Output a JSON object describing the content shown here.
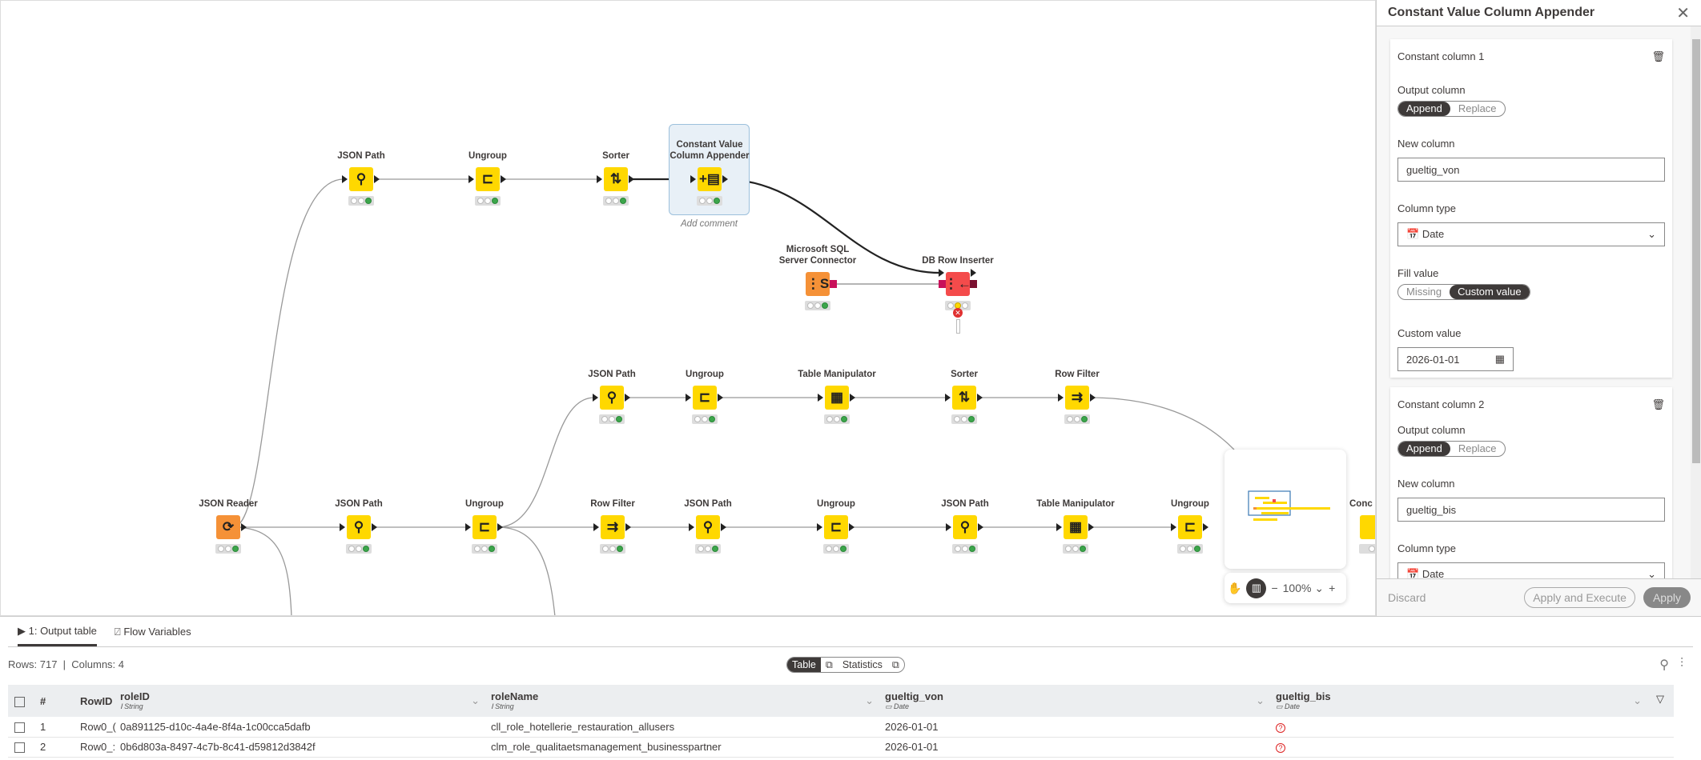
{
  "canvas": {
    "nodes": [
      {
        "label": "JSON Path"
      },
      {
        "label": "Ungroup"
      },
      {
        "label": "Sorter"
      },
      {
        "label": "Constant Value Column Appender"
      },
      {
        "label": "Microsoft SQL Server Connector"
      },
      {
        "label": "DB Row Inserter"
      },
      {
        "label": "JSON Path"
      },
      {
        "label": "Ungroup"
      },
      {
        "label": "Table Manipulator"
      },
      {
        "label": "Sorter"
      },
      {
        "label": "Row Filter"
      },
      {
        "label": "JSON Reader"
      },
      {
        "label": "JSON Path"
      },
      {
        "label": "Ungroup"
      },
      {
        "label": "Row Filter"
      },
      {
        "label": "JSON Path"
      },
      {
        "label": "Ungroup"
      },
      {
        "label": "JSON Path"
      },
      {
        "label": "Table Manipulator"
      },
      {
        "label": "Ungroup"
      },
      {
        "label": "Conc"
      }
    ],
    "add_comment": "Add comment",
    "zoom_level": "100%"
  },
  "panel": {
    "title": "Constant Value Column Appender",
    "cards": [
      {
        "title": "Constant column 1",
        "output_label": "Output column",
        "append": "Append",
        "replace": "Replace",
        "new_col_label": "New column",
        "new_col": "gueltig_von",
        "type_label": "Column type",
        "type": "Date",
        "fill_label": "Fill value",
        "missing": "Missing",
        "custom": "Custom value",
        "custom_label": "Custom value",
        "custom_value": "2026-01-01"
      },
      {
        "title": "Constant column 2",
        "output_label": "Output column",
        "append": "Append",
        "replace": "Replace",
        "new_col_label": "New column",
        "new_col": "gueltig_bis",
        "type_label": "Column type",
        "type": "Date"
      }
    ],
    "discard": "Discard",
    "apply_execute": "Apply and Execute",
    "apply": "Apply"
  },
  "bottom": {
    "tabs": [
      "1: Output table",
      "Flow Variables"
    ],
    "rows": "Rows: 717",
    "columns": "Columns: 4",
    "view_table": "Table",
    "view_stats": "Statistics",
    "headers": [
      {
        "name": "#"
      },
      {
        "name": "RowID"
      },
      {
        "name": "roleID",
        "type": "String"
      },
      {
        "name": "roleName",
        "type": "String"
      },
      {
        "name": "gueltig_von",
        "type": "Date"
      },
      {
        "name": "gueltig_bis",
        "type": "Date"
      }
    ],
    "data": [
      {
        "n": "1",
        "rowid": "Row0_(",
        "roleID": "0a891125-d10c-4a4e-8f4a-1c00cca5dafb",
        "roleName": "cll_role_hotellerie_restauration_allusers",
        "von": "2026-01-01",
        "bis": "?"
      },
      {
        "n": "2",
        "rowid": "Row0_:",
        "roleID": "0b6d803a-8497-4c7b-8c41-d59812d3842f",
        "roleName": "clm_role_qualitaetsmanagement_businesspartner",
        "von": "2026-01-01",
        "bis": "?"
      }
    ]
  }
}
